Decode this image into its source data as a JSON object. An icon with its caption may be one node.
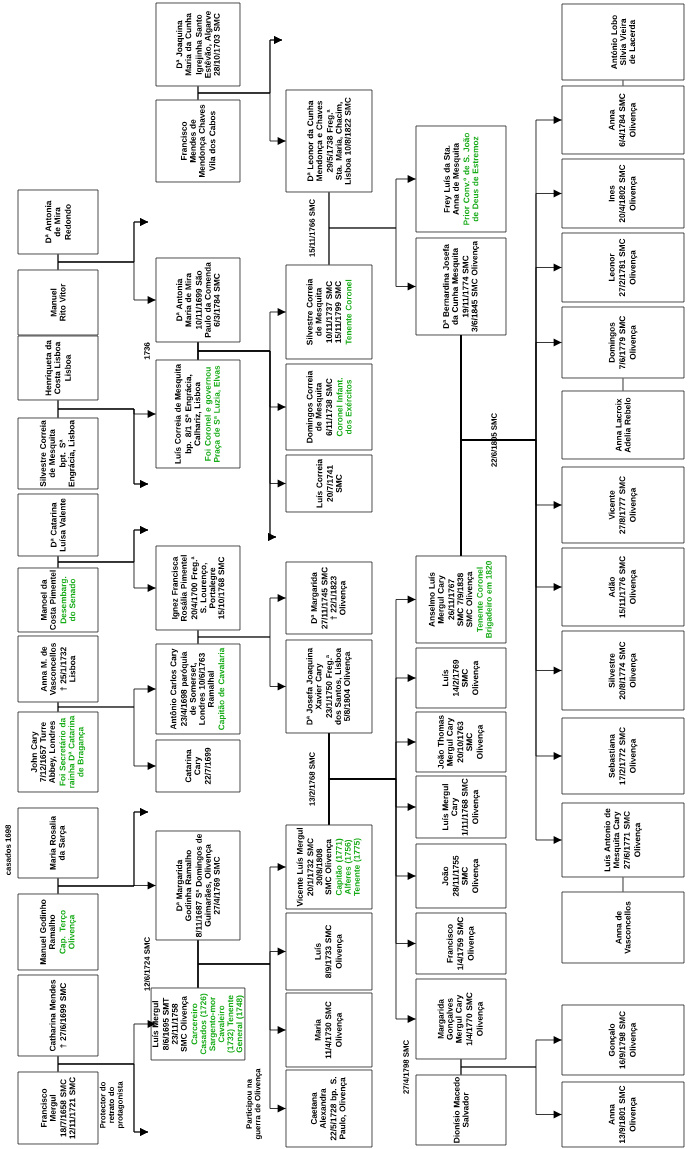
{
  "diagram": {
    "nodes": [
      {
        "text": [
          "Francisco Mergul",
          "18/7/1658 SMC 12/11/1721 SMC"
        ],
        "beside": [
          "Protector do retrato do protagonista"
        ]
      },
      {
        "text": [
          "Catharina Mendes",
          "† 27/6/1699 SMC"
        ]
      },
      {
        "text": [
          "Manuel Godinho Ramalho",
          "Cap. Terço Olivença"
        ]
      },
      {
        "text": [
          "Maria Rosalia da Sarça"
        ]
      },
      {
        "text": [
          "John Cary 7/12/1657 Turre Abbey, Londres",
          "Foi Secretário da rainha Dª Catarina de Bragança"
        ]
      },
      {
        "text": [
          "Anna M. de Vasconcellos",
          "† 25/1/1732 Lisboa"
        ]
      },
      {
        "text": [
          "Manoel da Costa Pimentel",
          "Desembarg. do Senado"
        ]
      },
      {
        "text": [
          "Dª Catarina Luísa Valente"
        ]
      },
      {
        "text": [
          "Silvestre Correia de Mesquita",
          "bpt. Sª Engrácia, Lisboa"
        ]
      },
      {
        "text": [
          "Henriqueta da Costa Lisboa",
          "Lisboa"
        ]
      },
      {
        "text": [
          "Manuel Rito Vitor"
        ]
      },
      {
        "text": [
          "Dª Antonia de Mira",
          "Redondo"
        ]
      },
      {
        "text": [
          "Francisco Mendes de Mendonça Chaves",
          "Vila dos Cabos"
        ]
      },
      {
        "text": [
          "Dª Joaquina Maria da Cunha",
          "Igrejinha Santo Estêvão, Algarve 28/10/1703 SMC"
        ]
      },
      {
        "text": [
          "Luís Mergul",
          "8/6/1695 SMT 23/11/1758 SMC Olivença",
          "Carcereiro Casados (1726) Sargento-mor Cavaleiro (1732) Tenente General (1748)"
        ],
        "beside": [
          "Participou na guerra de Olivença"
        ]
      },
      {
        "text": [
          "Dª Margarida Godinha Ramalho",
          "8/11/1687 Sª Domingos de Guimarães, Olivença 27/4/1769 SMC"
        ]
      },
      {
        "text": [
          "Antônio Carlos Cary",
          "23/4/1698 paróquia de Somerset, Londres 10/6/1763 Ramalhal",
          "Capitão de Cavalaria"
        ]
      },
      {
        "text": [
          "Catarina Cary",
          "22/7/1699"
        ]
      },
      {
        "text": [
          "Ignez Francisca Rosália Pimentel",
          "20/4/1700 Freg.ª S. Lourenço, Portalegre 15/10/1768 SMC"
        ]
      },
      {
        "text": [
          "Luís Correia de Mesquita",
          "bp. 8/1 Sª Engrácia, Calhariz, Lisboa",
          "Foi Coronel e governou Praça de Sª Luzia, Elvas"
        ]
      },
      {
        "text": [
          "Dª Antonia Maria de Mira",
          "10/11/1699 São Paulo da Comenda 6/3/1784 SMC"
        ]
      },
      {
        "text": [
          "Dª Leonor da Cunha Mendonça e Chaves",
          "29/5/1738 Freg.ª Sta. Maria, Chacim, Lisboa 10/8/1822 SMC"
        ]
      },
      {
        "text": [
          "Silvestre Correia de Mesquita",
          "10/11/1737 SMC 15/11/1799 SMC",
          "Tenente Coronel"
        ]
      },
      {
        "text": [
          "Domingos Correia de Mesquita",
          "6/11/1738 SMC",
          "Coronel Infant. dos Exércitos"
        ]
      },
      {
        "text": [
          "Luís Correia",
          "20/7/1741 SMC"
        ]
      },
      {
        "text": [
          "Dª Margarida",
          "27/11/1745 SMC † 22/1/1823 Olivença"
        ]
      },
      {
        "text": [
          "Dª Josefa Joaquina Xavier Cary",
          "23/1/1750 Freg.ª dos Santos, Lisboa 5/8/1804 Olivença"
        ]
      },
      {
        "text": [
          "Vicente Luís Mergul",
          "20/1/1732 SMC 30/8/1808 SMC Olivença",
          "Capitão (1771) Alferes (1756) Tenente (1775)"
        ]
      },
      {
        "text": [
          "Luís",
          "8/9/1733 SMC",
          "Olivença"
        ]
      },
      {
        "text": [
          "Maria",
          "11/4/1730 SMC",
          "Olivença"
        ]
      },
      {
        "text": [
          "Caetana Alexandra",
          "22/5/1728 bp. S. Paulo, Olivença"
        ]
      },
      {
        "text": [
          "Frey Luís da Sta. Anna de Mesquita",
          "Prior Conv.º de S. João de Deus de Estremoz"
        ]
      },
      {
        "text": [
          "Dª Bernardina Josefa da Cunha Mesquita",
          "19/11/1774 SMC 3/6/1845 SMC Olivença"
        ]
      },
      {
        "text": [
          "Anselmo Luís Mergul Cary",
          "26/11/1767 SMC 7/9/1838 SMC Olivença",
          "Tenente Coronel Brigadeiro em 1820"
        ]
      },
      {
        "text": [
          "Luís",
          "14/2/1769 SMC",
          "Olivença"
        ]
      },
      {
        "text": [
          "João Thomas Mergul Cary",
          "20/10/1763 SMC",
          "Olivença"
        ]
      },
      {
        "text": [
          "Luís Mergul Cary",
          "1/11/1768 SMC",
          "Olivença"
        ]
      },
      {
        "text": [
          "João",
          "28/11/1755 SMC",
          "Olivença"
        ]
      },
      {
        "text": [
          "Francisco",
          "1/4/1759 SMC",
          "Olivença"
        ]
      },
      {
        "text": [
          "Margarida Gonçalves Mergul Cary",
          "1/4/1770 SMC",
          "Olivença"
        ]
      },
      {
        "text": [
          "Dionísio Macedo Salvador"
        ]
      },
      {
        "text": [
          "António Lobo Sílvia Vieira de Lacerda"
        ]
      },
      {
        "text": [
          "Anna",
          "6/4/1784 SMC",
          "Olivença"
        ]
      },
      {
        "text": [
          "Ines",
          "20/4/1802 SMC",
          "Olivença"
        ]
      },
      {
        "text": [
          "Leonor",
          "27/2/1781 SMC",
          "Olivença"
        ]
      },
      {
        "text": [
          "Domingos",
          "7/6/1779 SMC",
          "Olivença"
        ]
      },
      {
        "text": [
          "Anna Lacroix Adelia Rebelo"
        ]
      },
      {
        "text": [
          "Vicente",
          "27/8/1777 SMC",
          "Olivença"
        ]
      },
      {
        "text": [
          "Adão",
          "15/11/1776 SMC",
          "Olivença"
        ]
      },
      {
        "text": [
          "Silvestre",
          "20/8/1774 SMC",
          "Olivença"
        ]
      },
      {
        "text": [
          "Sebastiana",
          "17/2/1772 SMC",
          "Olivença"
        ]
      },
      {
        "text": [
          "Luís Antonio de Mesquita Cary",
          "27/6/1771 SMC",
          "Olivença"
        ]
      },
      {
        "text": [
          "Anna de Vasconcellos"
        ]
      },
      {
        "text": [
          "Gonçalo",
          "16/9/1798 SMC",
          "Olivença"
        ]
      },
      {
        "text": [
          "Anna",
          "13/9/1801 SMC",
          "Olivença"
        ]
      }
    ],
    "edges": [
      {
        "from": 0,
        "to": 14,
        "arrow": "to"
      },
      {
        "from": 1,
        "to": 14,
        "arrow": "to"
      },
      {
        "from": 0,
        "to": null,
        "arrow": "to"
      },
      {
        "from": 1,
        "to": null,
        "arrow": "to"
      },
      {
        "from": 2,
        "to": 15,
        "arrow": "to"
      },
      {
        "from": 3,
        "to": 15,
        "arrow": "to"
      },
      {
        "from": 2,
        "to": null,
        "arrow": "to"
      },
      {
        "from": 3,
        "to": null,
        "arrow": "to"
      },
      {
        "from": 4,
        "to": 16,
        "arrow": "to"
      },
      {
        "from": 5,
        "to": 16,
        "arrow": "to"
      },
      {
        "from": 4,
        "to": 17,
        "arrow": "to"
      },
      {
        "from": 5,
        "to": 17,
        "arrow": "to"
      },
      {
        "from": 6,
        "to": 18,
        "arrow": "to"
      },
      {
        "from": 7,
        "to": 18,
        "arrow": "to"
      },
      {
        "from": 6,
        "to": null,
        "arrow": "to"
      },
      {
        "from": 7,
        "to": null,
        "arrow": "to"
      },
      {
        "from": 8,
        "to": 19,
        "arrow": "to"
      },
      {
        "from": 9,
        "to": 19,
        "arrow": "to"
      },
      {
        "from": 8,
        "to": null,
        "arrow": "to"
      },
      {
        "from": 9,
        "to": null,
        "arrow": "to"
      },
      {
        "from": 10,
        "to": 20,
        "arrow": "to"
      },
      {
        "from": 11,
        "to": 20,
        "arrow": "to"
      },
      {
        "from": 10,
        "to": null,
        "arrow": "to"
      },
      {
        "from": 11,
        "to": null,
        "arrow": "to"
      },
      {
        "from": 12,
        "to": 21,
        "arrow": "to"
      },
      {
        "from": 13,
        "to": 21,
        "arrow": "to"
      },
      {
        "from": 12,
        "to": null,
        "arrow": "to"
      },
      {
        "from": 13,
        "to": null,
        "arrow": "to"
      },
      {
        "from": 14,
        "to": 27,
        "arrow": "to"
      },
      {
        "from": 15,
        "to": 27,
        "arrow": "to"
      },
      {
        "from": 14,
        "to": 28,
        "arrow": "to"
      },
      {
        "from": 15,
        "to": 28,
        "arrow": "to"
      },
      {
        "from": 14,
        "to": 29,
        "arrow": "to"
      },
      {
        "from": 15,
        "to": 29,
        "arrow": "to"
      },
      {
        "from": 14,
        "to": 30,
        "arrow": "to"
      },
      {
        "from": 15,
        "to": 30,
        "arrow": "to"
      },
      {
        "from": 16,
        "to": 25,
        "arrow": "to"
      },
      {
        "from": 18,
        "to": 25,
        "arrow": "to"
      },
      {
        "from": 16,
        "to": 26,
        "arrow": "to"
      },
      {
        "from": 18,
        "to": 26,
        "arrow": "to"
      },
      {
        "from": 19,
        "to": 22,
        "arrow": "to"
      },
      {
        "from": 20,
        "to": 22,
        "arrow": "to"
      },
      {
        "from": 19,
        "to": 23,
        "arrow": "to"
      },
      {
        "from": 20,
        "to": 23,
        "arrow": "to"
      },
      {
        "from": 19,
        "to": 24,
        "arrow": "to"
      },
      {
        "from": 20,
        "to": 24,
        "arrow": "to"
      },
      {
        "from": 19,
        "to": null,
        "arrow": "to"
      },
      {
        "from": 20,
        "to": null,
        "arrow": "to"
      },
      {
        "from": 21,
        "to": 31,
        "arrow": "to"
      },
      {
        "from": 22,
        "to": 31,
        "arrow": "to"
      },
      {
        "from": 21,
        "to": 32,
        "arrow": "to"
      },
      {
        "from": 22,
        "to": 32,
        "arrow": "to"
      },
      {
        "from": 26,
        "to": 33,
        "arrow": "to"
      },
      {
        "from": 27,
        "to": 33,
        "arrow": "to"
      },
      {
        "from": 26,
        "to": 34,
        "arrow": "to"
      },
      {
        "from": 27,
        "to": 34,
        "arrow": "to"
      },
      {
        "from": 26,
        "to": 35,
        "arrow": "to"
      },
      {
        "from": 27,
        "to": 35,
        "arrow": "to"
      },
      {
        "from": 26,
        "to": 36,
        "arrow": "to"
      },
      {
        "from": 27,
        "to": 36,
        "arrow": "to"
      },
      {
        "from": 26,
        "to": 37,
        "arrow": "to"
      },
      {
        "from": 27,
        "to": 37,
        "arrow": "to"
      },
      {
        "from": 26,
        "to": 38,
        "arrow": "to"
      },
      {
        "from": 27,
        "to": 38,
        "arrow": "to"
      },
      {
        "from": 26,
        "to": 39,
        "arrow": "to"
      },
      {
        "from": 27,
        "to": 39,
        "arrow": "to"
      },
      {
        "from": 32,
        "to": 42,
        "arrow": "to"
      },
      {
        "from": 33,
        "to": 42,
        "arrow": "to"
      },
      {
        "from": 32,
        "to": 43,
        "arrow": "to"
      },
      {
        "from": 33,
        "to": 43,
        "arrow": "to"
      },
      {
        "from": 32,
        "to": 44,
        "arrow": "to"
      },
      {
        "from": 33,
        "to": 44,
        "arrow": "to"
      },
      {
        "from": 32,
        "to": 45,
        "arrow": "to"
      },
      {
        "from": 33,
        "to": 45,
        "arrow": "to"
      },
      {
        "from": 32,
        "to": 47,
        "arrow": "to"
      },
      {
        "from": 33,
        "to": 47,
        "arrow": "to"
      },
      {
        "from": 32,
        "to": 48,
        "arrow": "to"
      },
      {
        "from": 33,
        "to": 48,
        "arrow": "to"
      },
      {
        "from": 32,
        "to": 49,
        "arrow": "to"
      },
      {
        "from": 33,
        "to": 49,
        "arrow": "to"
      },
      {
        "from": 32,
        "to": 50,
        "arrow": "to"
      },
      {
        "from": 33,
        "to": 50,
        "arrow": "to"
      },
      {
        "from": 32,
        "to": 51,
        "arrow": "to"
      },
      {
        "from": 33,
        "to": 51,
        "arrow": "to"
      },
      {
        "from": 41,
        "to": 42,
        "arrow": "none"
      },
      {
        "from": 45,
        "to": 46,
        "arrow": "none"
      },
      {
        "from": 51,
        "to": 52,
        "arrow": "none"
      },
      {
        "from": 39,
        "to": 53,
        "arrow": "to"
      },
      {
        "from": 40,
        "to": 53,
        "arrow": "to"
      },
      {
        "from": 39,
        "to": 54,
        "arrow": "to"
      },
      {
        "from": 40,
        "to": 54,
        "arrow": "to"
      }
    ],
    "labels": [
      "casados 1698",
      "12/6/1724 SMC",
      "1736",
      "15/11/1766 SMC",
      "13/2/1768 SMC",
      "22/6/1805 SMC",
      "27/4/1798 SMC"
    ]
  }
}
